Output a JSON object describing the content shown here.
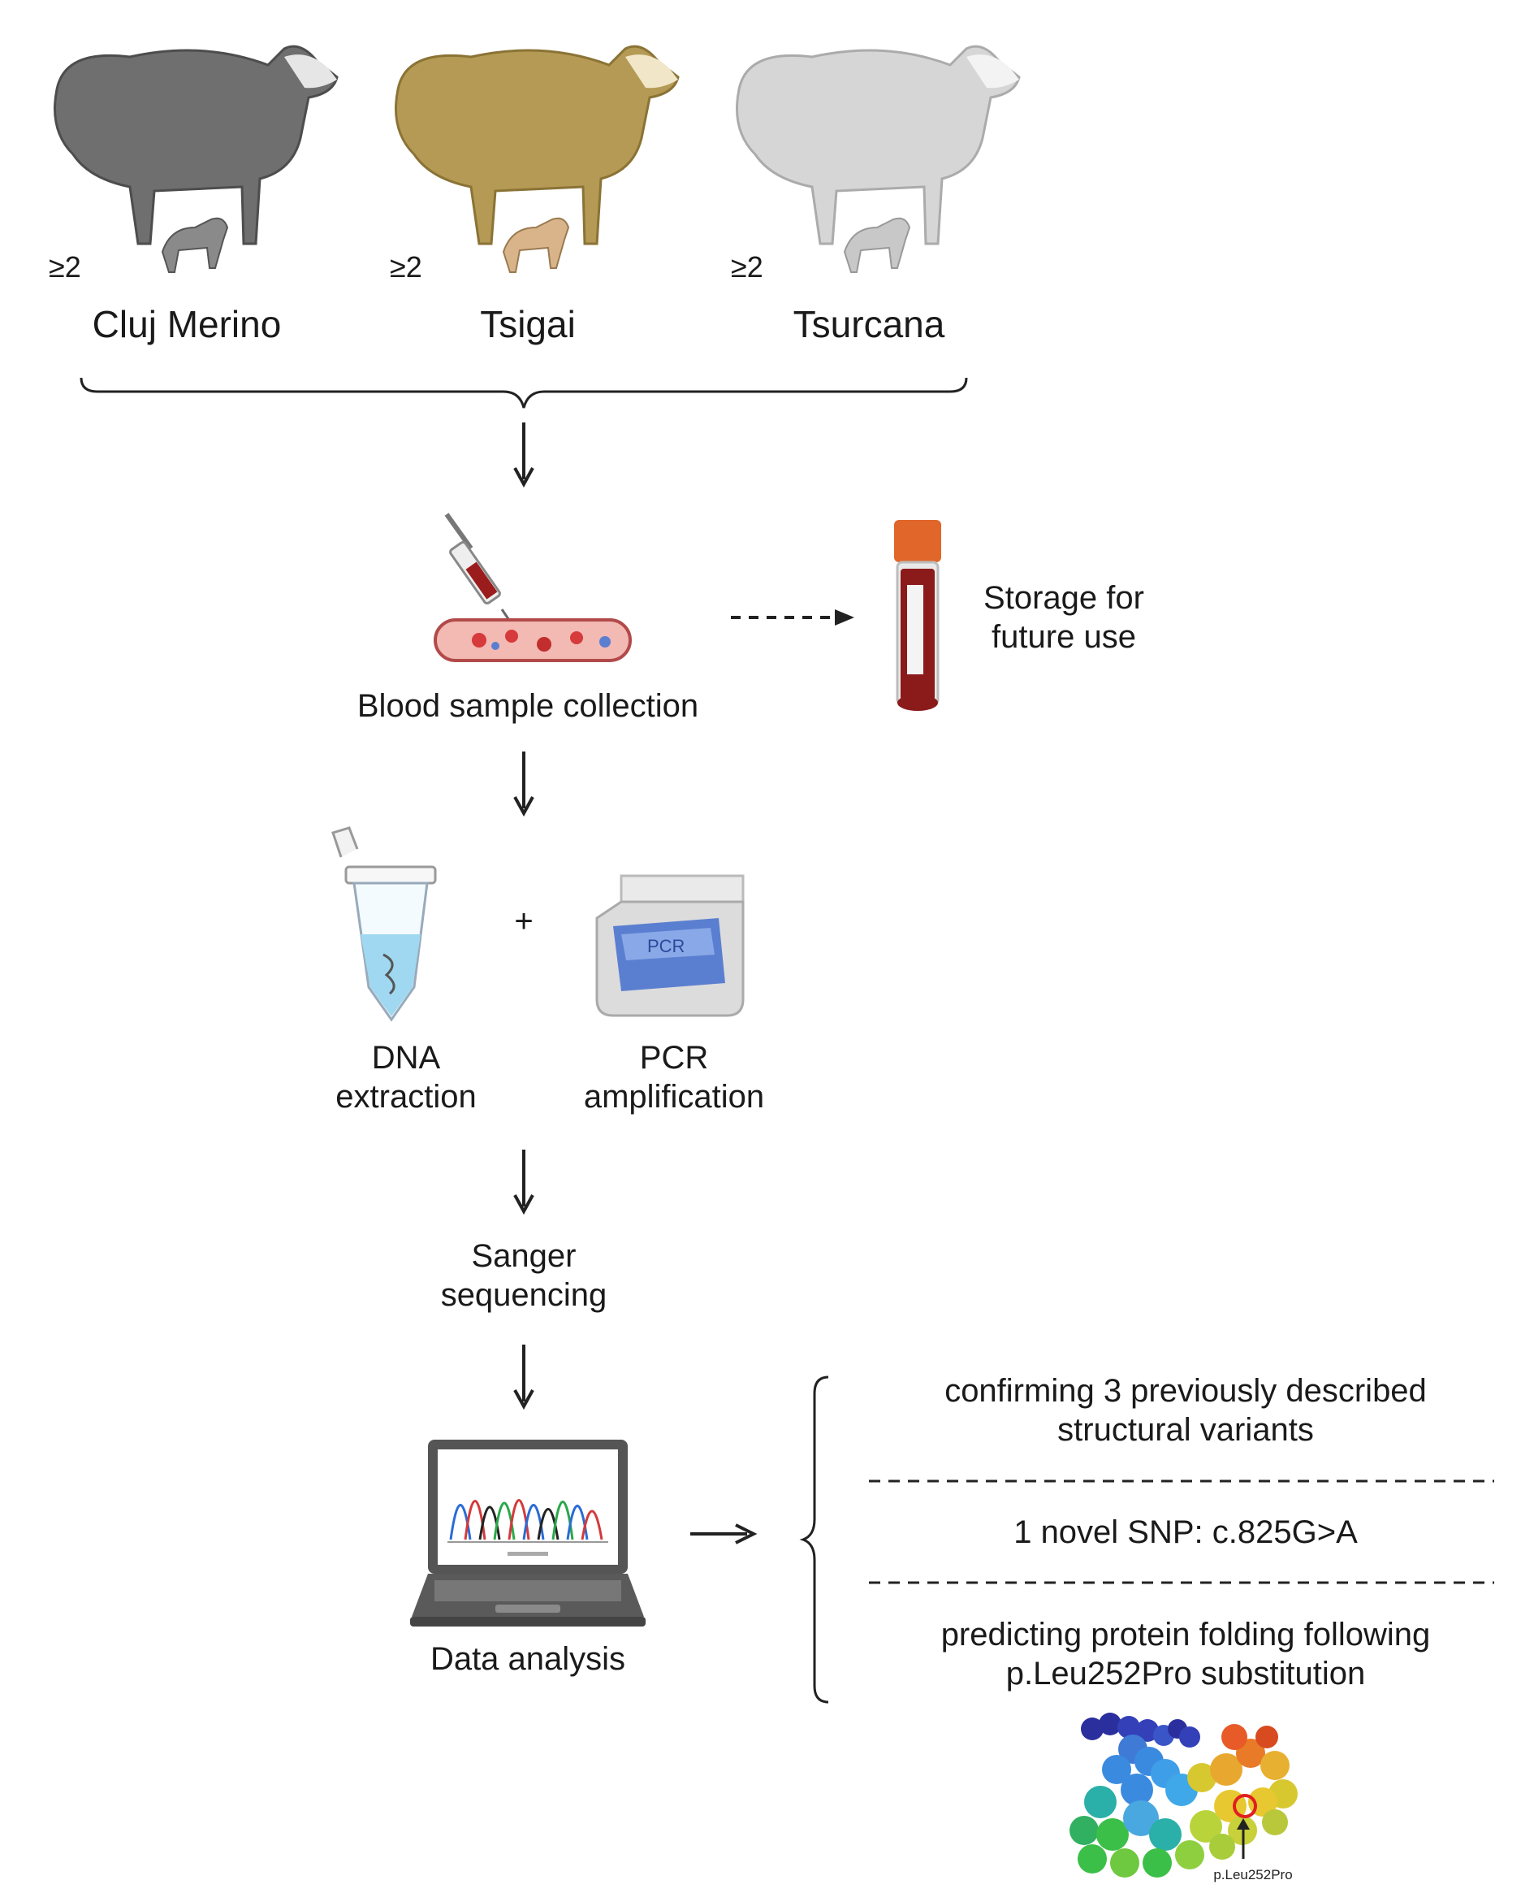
{
  "breeds": [
    {
      "name": "Cluj Merino",
      "count": "≥2",
      "color": "#7b7b7b"
    },
    {
      "name": "Tsigai",
      "count": "≥2",
      "color": "#b79d58"
    },
    {
      "name": "Tsurcana",
      "count": "≥2",
      "color": "#c9c9c9"
    }
  ],
  "steps": {
    "blood": "Blood sample collection",
    "storage_line1": "Storage for",
    "storage_line2": "future use",
    "dna_line1": "DNA",
    "dna_line2": "extraction",
    "plus": "+",
    "pcr_line1": "PCR",
    "pcr_line2": "amplification",
    "pcr_screen": "PCR",
    "sanger_line1": "Sanger",
    "sanger_line2": "sequencing",
    "analysis": "Data analysis"
  },
  "results": {
    "r1_line1": "confirming 3 previously described",
    "r1_line2": "structural variants",
    "r2": "1 novel SNP: c.825G>A",
    "r3_line1": "predicting protein folding following",
    "r3_line2": "p.Leu252Pro substitution",
    "protein_label": "p.Leu252Pro"
  },
  "colors": {
    "arrow": "#222222",
    "blood": "#8b1a1a",
    "tube_cap": "#e0662a",
    "pcr_screen": "#5b7fd0",
    "dna_liquid": "#9fd8f0"
  }
}
